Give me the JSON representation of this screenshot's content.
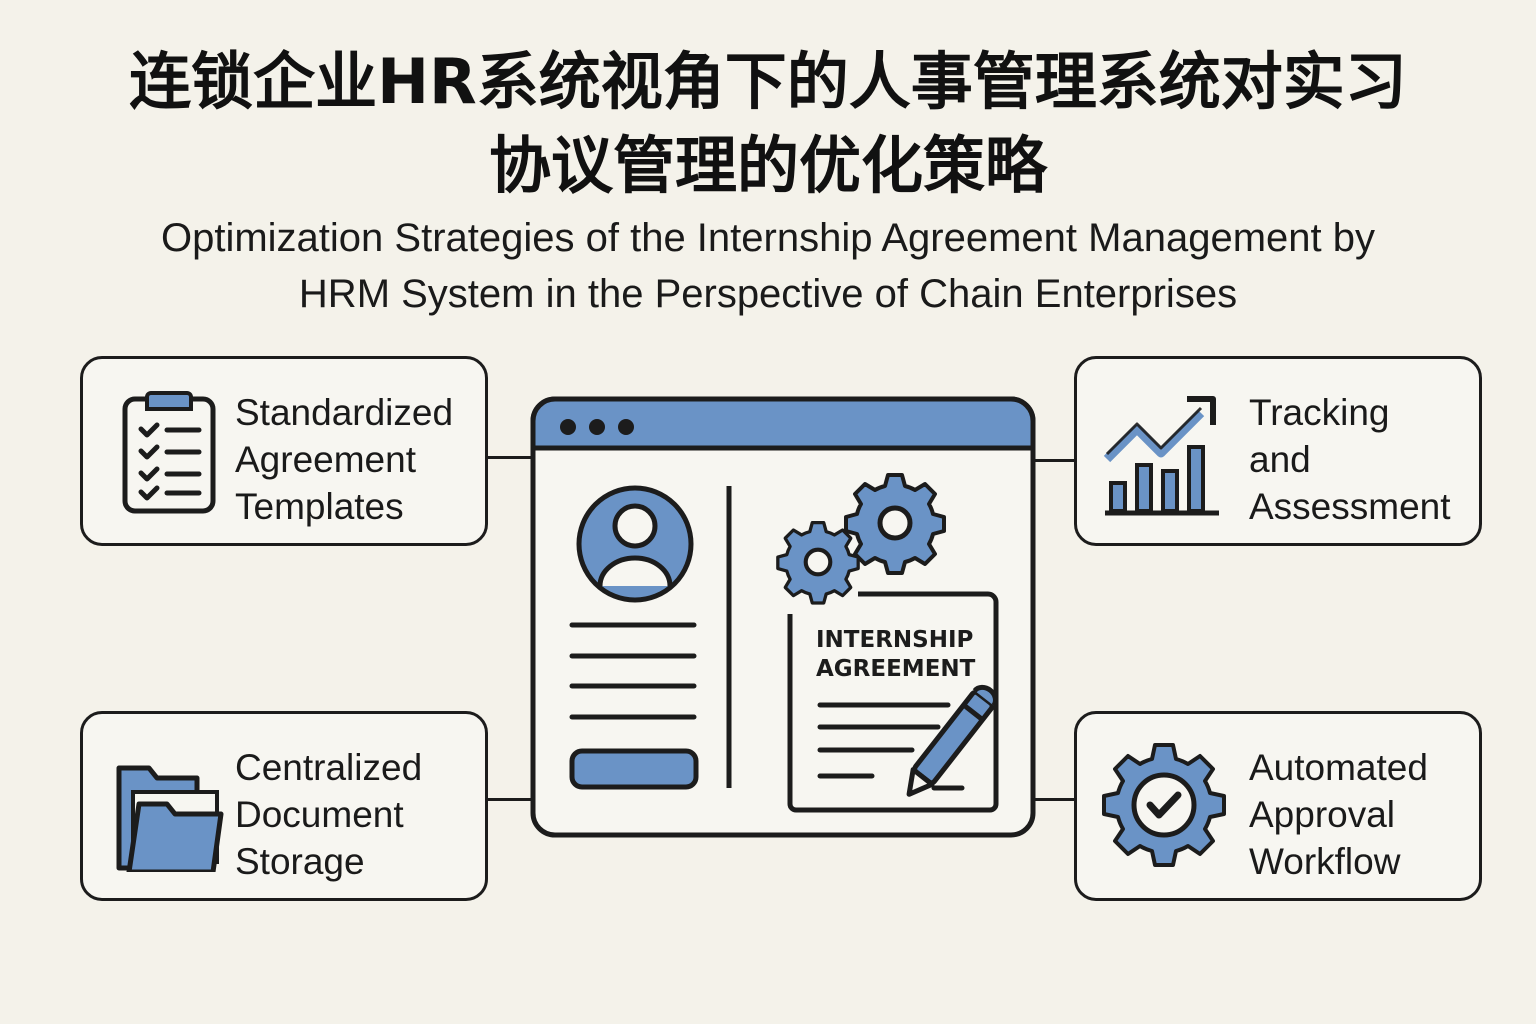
{
  "title": {
    "line1": "连锁企业HR系统视角下的人事管理系统对实习",
    "line2": "协议管理的优化策略"
  },
  "subtitle": {
    "line1": "Optimization Strategies of the Internship Agreement Management by",
    "line2": "HRM System in the Perspective of Chain Enterprises"
  },
  "center": {
    "document_title_line1": "INTERNSHIP",
    "document_title_line2": "AGREEMENT"
  },
  "cards": {
    "templates": {
      "lines": [
        "Standardized",
        "Agreement",
        "Templates"
      ],
      "icon": "checklist-clipboard-icon"
    },
    "storage": {
      "lines": [
        "Centralized",
        "Document",
        "Storage"
      ],
      "icon": "folder-icon"
    },
    "tracking": {
      "lines": [
        "Tracking",
        "and",
        "Assessment"
      ],
      "icon": "growth-chart-icon"
    },
    "approval": {
      "lines": [
        "Automated",
        "Approval",
        "Workflow"
      ],
      "icon": "gear-check-icon"
    }
  },
  "colors": {
    "accent_blue": "#6a93c6",
    "outline": "#1c1c1c",
    "background": "#f4f2ea"
  }
}
